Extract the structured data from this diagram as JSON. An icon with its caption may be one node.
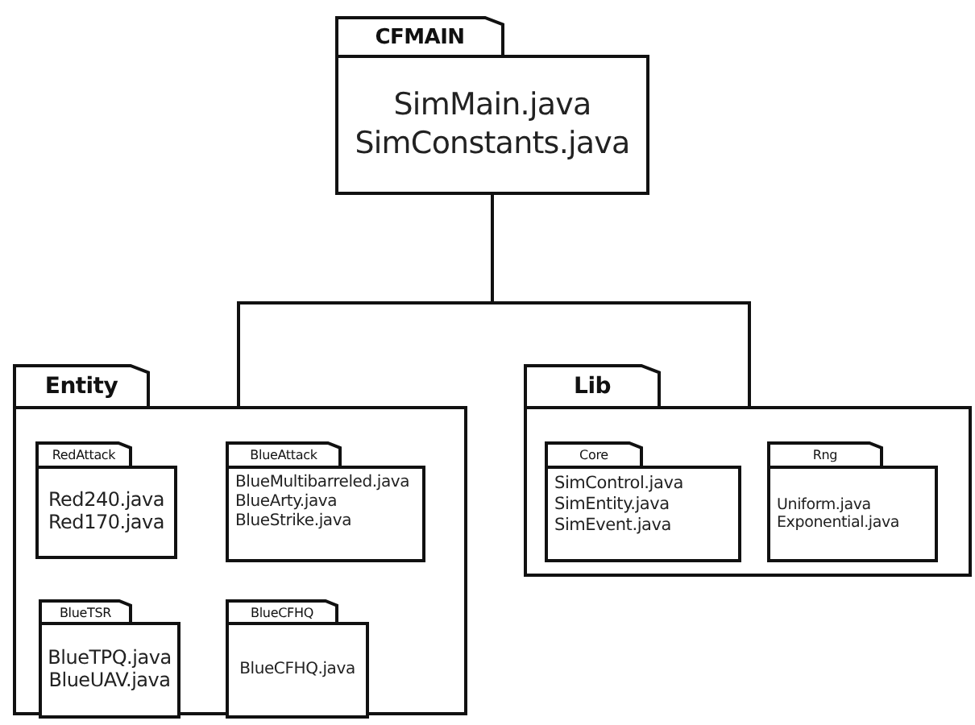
{
  "diagram": {
    "nodes": [
      {
        "text": [
          "CFMAIN",
          "SimMain.java",
          "SimConstants.java"
        ]
      },
      {
        "text": [
          "Entity"
        ]
      },
      {
        "text": [
          "RedAttack",
          "Red240.java",
          "Red170.java"
        ],
        "in": 1
      },
      {
        "text": [
          "BlueAttack",
          "BlueMultibarreled.java",
          "BlueArty.java",
          "BlueStrike.java"
        ],
        "in": 1
      },
      {
        "text": [
          "BlueTSR",
          "BlueTPQ.java",
          "BlueUAV.java"
        ],
        "in": 1
      },
      {
        "text": [
          "BlueCFHQ",
          "BlueCFHQ.java"
        ],
        "in": 1
      },
      {
        "text": [
          "Lib"
        ]
      },
      {
        "text": [
          "Core",
          "SimControl.java",
          "SimEntity.java",
          "SimEvent.java"
        ],
        "in": 6
      },
      {
        "text": [
          "Rng",
          "Uniform.java",
          "Exponential.java"
        ],
        "in": 6
      }
    ],
    "edges": [
      {
        "from": 0,
        "to": 1,
        "arrow": "none"
      },
      {
        "from": 0,
        "to": 6,
        "arrow": "none"
      }
    ]
  }
}
